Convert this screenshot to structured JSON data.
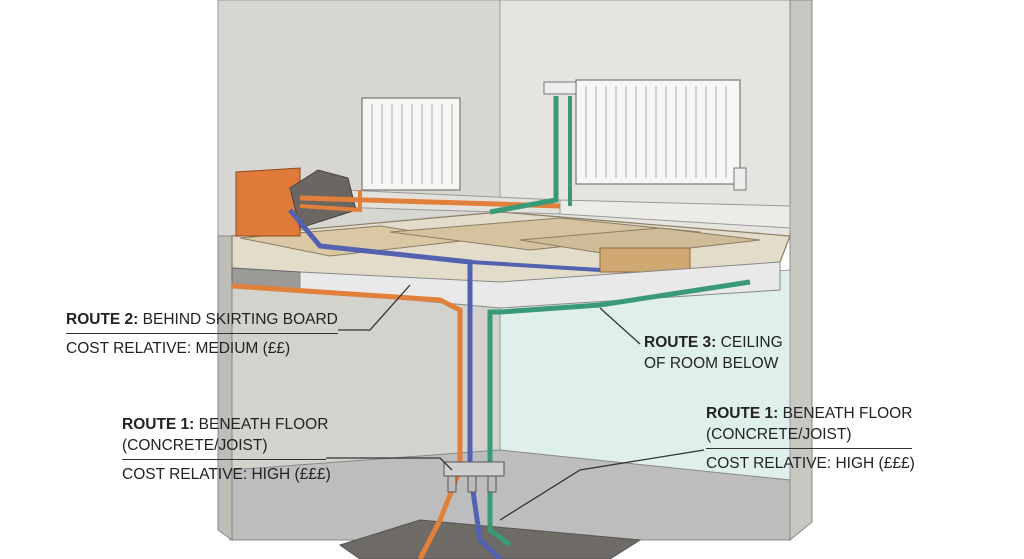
{
  "callouts": {
    "route2": {
      "title": "ROUTE 2:",
      "desc": "BEHIND SKIRTING BOARD",
      "cost": "COST RELATIVE: MEDIUM (££)"
    },
    "route3": {
      "title": "ROUTE 3:",
      "desc_line1": "CEILING",
      "desc_line2": "OF ROOM BELOW"
    },
    "route1_left": {
      "title": "ROUTE 1:",
      "desc_line1": "BENEATH FLOOR",
      "desc_line2": "(CONCRETE/JOIST)",
      "cost": "COST RELATIVE: HIGH (£££)"
    },
    "route1_right": {
      "title": "ROUTE 1:",
      "desc_line1": "BENEATH FLOOR",
      "desc_line2": "(CONCRETE/JOIST)",
      "cost": "COST RELATIVE: HIGH (£££)"
    }
  },
  "colors": {
    "flow_pipe": "#e0803a",
    "return_pipe": "#5262b0",
    "ceiling_pipe": "#3a9a78",
    "wall": "#d9d7d2",
    "room_tint": "#dff0ec"
  }
}
